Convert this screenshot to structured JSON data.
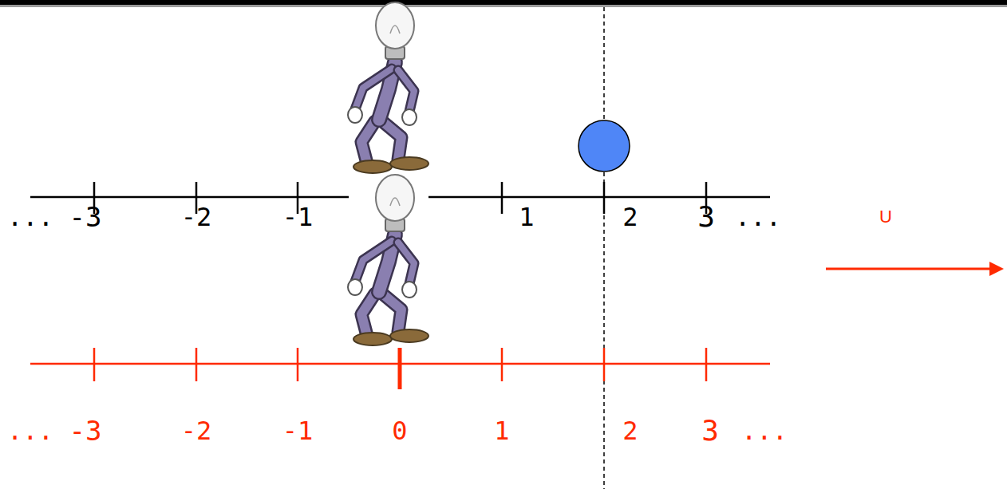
{
  "diagram": {
    "labels": [
      "...",
      "-3",
      "-2",
      "-1",
      "1",
      "2",
      "3",
      "...",
      "...",
      "-3",
      "-2",
      "-1",
      "0",
      "1",
      "2",
      "3",
      "...",
      "U"
    ]
  }
}
